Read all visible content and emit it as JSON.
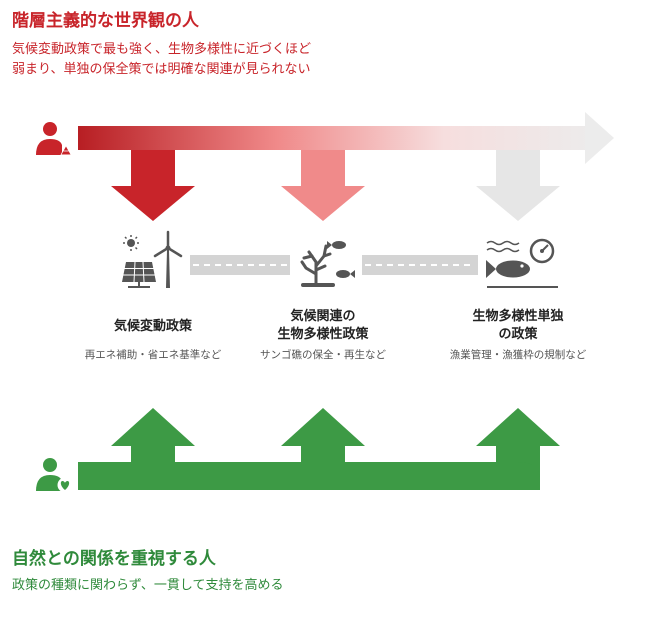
{
  "top": {
    "title": "階層主義的な世界観の人",
    "subtitle_line1": "気候変動政策で最も強く、生物多様性に近づくほど",
    "subtitle_line2": "弱まり、単独の保全策では明確な関連が見られない"
  },
  "bottom": {
    "title": "自然との関係を重視する人",
    "subtitle": "政策の種類に関わらず、一貫して支持を高める"
  },
  "policies": [
    {
      "title_line1": "気候変動政策",
      "title_line2": "",
      "examples": "再エネ補助・省エネ基準など"
    },
    {
      "title_line1": "気候関連の",
      "title_line2": "生物多様性政策",
      "examples": "サンゴ礁の保全・再生など"
    },
    {
      "title_line1": "生物多様性単独",
      "title_line2": "の政策",
      "examples": "漁業管理・漁獲枠の規制など"
    }
  ],
  "colors": {
    "red": "#c8242a",
    "red_light": "#f08a8a",
    "gray_arrow": "#e0e0e0",
    "green": "#3d9a45",
    "icon_gray": "#555555"
  },
  "icons": [
    "hierarchy-person-icon",
    "nature-person-icon",
    "solar-wind-icon",
    "coral-fish-icon",
    "fish-gauge-icon"
  ]
}
